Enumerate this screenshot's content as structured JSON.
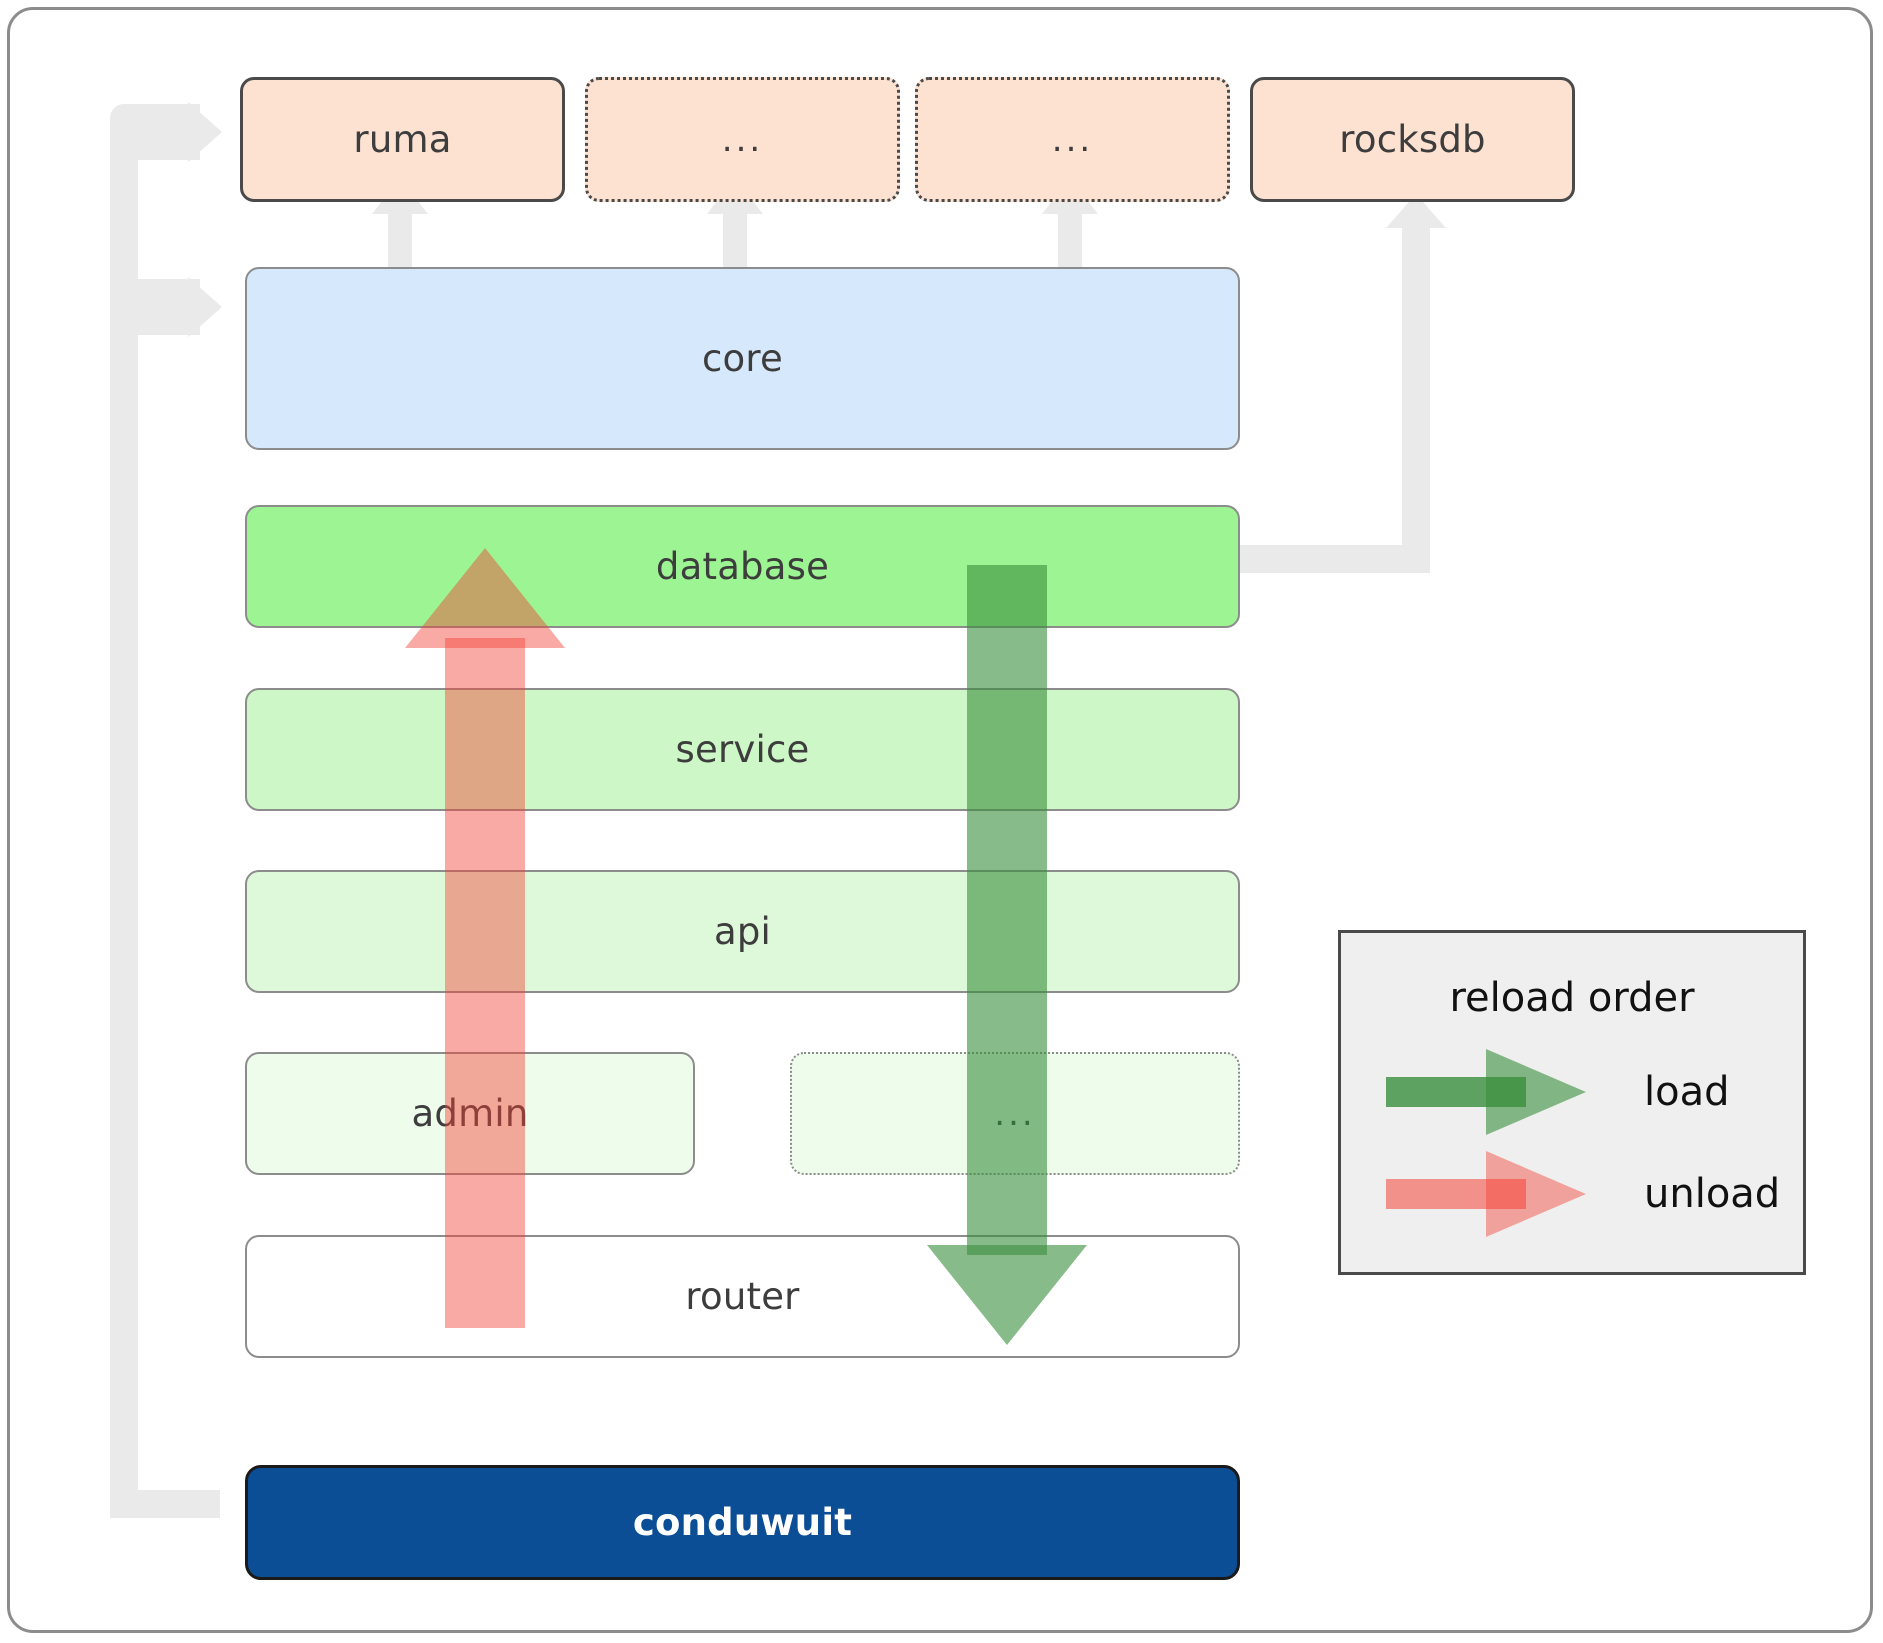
{
  "diagram": {
    "title": "conduwuit crate / reload order architecture",
    "colors": {
      "frame_border": "#8c8c8c",
      "peach_fill": "#fde2d2",
      "blue_fill": "#d6e8fb",
      "green_fill_1": "#9cf592",
      "green_fill_2": "#cdf7c6",
      "green_fill_3": "#def9da",
      "green_fill_4": "#eefcec",
      "white_fill": "#ffffff",
      "navy_fill": "#0b4e96",
      "connector_gray": "#eaeaea",
      "load_green": "#388e3c",
      "unload_red": "#f44336",
      "legend_bg": "#efefef"
    },
    "top_row": [
      {
        "label": "ruma",
        "border": "solid",
        "fill": "peach"
      },
      {
        "label": "...",
        "border": "dotted",
        "fill": "peach"
      },
      {
        "label": "...",
        "border": "dotted",
        "fill": "peach"
      },
      {
        "label": "rocksdb",
        "border": "solid",
        "fill": "peach"
      }
    ],
    "stack": [
      {
        "label": "core",
        "fill": "blue",
        "border": "solid-gray"
      },
      {
        "label": "database",
        "fill": "g1",
        "border": "solid-gray"
      },
      {
        "label": "service",
        "fill": "g2",
        "border": "solid-gray"
      },
      {
        "label": "api",
        "fill": "g3",
        "border": "solid-gray"
      },
      {
        "label": "admin",
        "fill": "g4",
        "border": "solid-gray"
      },
      {
        "label": "...",
        "fill": "g4",
        "border": "dotted-gray"
      },
      {
        "label": "router",
        "fill": "white",
        "border": "solid-gray"
      }
    ],
    "binary": {
      "label": "conduwuit"
    },
    "legend": {
      "title": "reload order",
      "items": [
        {
          "label": "load",
          "color": "#388e3c",
          "direction": "down"
        },
        {
          "label": "unload",
          "color": "#f44336",
          "direction": "up"
        }
      ]
    },
    "icons": {
      "uses_arrow": "arrow-up-icon",
      "route_arrow": "arrow-right-icon"
    }
  }
}
